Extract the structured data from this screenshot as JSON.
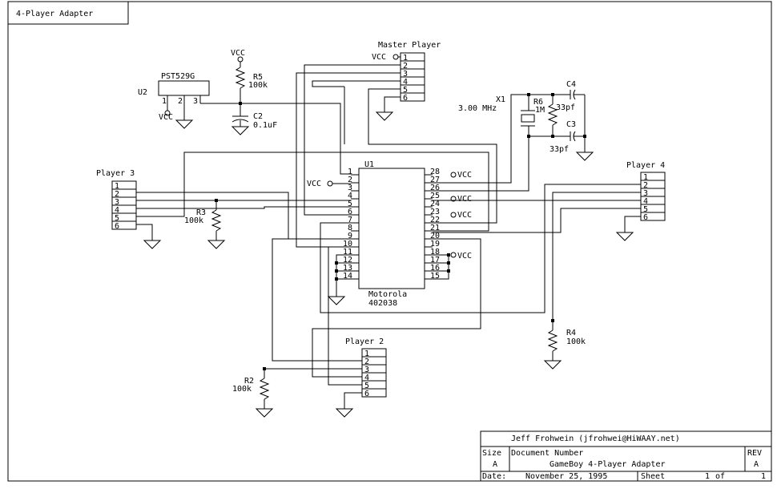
{
  "sheet_title": "4-Player Adapter",
  "title_block": {
    "author": "Jeff Frohwein (jfrohwei@HiWAAY.net)",
    "size_label": "Size",
    "size_value": "A",
    "docnum_label": "Document Number",
    "docnum_value": "GameBoy 4-Player Adapter",
    "rev_label": "REV",
    "rev_value": "A",
    "date_label": "Date:",
    "date_value": "November 25, 1995",
    "sheet_label": "Sheet",
    "sheet_num": "1",
    "sheet_of": "of",
    "sheet_total": "1"
  },
  "components": {
    "u1": {
      "ref": "U1",
      "name": "Motorola",
      "part": "402038",
      "left_pins": [
        "1",
        "2",
        "3",
        "4",
        "5",
        "6",
        "7",
        "8",
        "9",
        "10",
        "11",
        "12",
        "13",
        "14"
      ],
      "right_pins": [
        "28",
        "27",
        "26",
        "25",
        "24",
        "23",
        "22",
        "21",
        "20",
        "19",
        "18",
        "17",
        "16",
        "15"
      ]
    },
    "u2": {
      "ref": "U2",
      "part": "PST529G",
      "pins": [
        "1",
        "2",
        "3"
      ]
    },
    "r2": {
      "ref": "R2",
      "value": "100k"
    },
    "r3": {
      "ref": "R3",
      "value": "100k"
    },
    "r4": {
      "ref": "R4",
      "value": "100k"
    },
    "r5": {
      "ref": "R5",
      "value": "100k"
    },
    "r6": {
      "ref": "R6",
      "value": "1M"
    },
    "c2": {
      "ref": "C2",
      "value": "0.1uF"
    },
    "c3": {
      "ref": "C3",
      "value": "33pf"
    },
    "c4": {
      "ref": "C4",
      "value": "33pf"
    },
    "x1": {
      "ref": "X1",
      "value": "3.00 MHz"
    }
  },
  "connectors": {
    "master": {
      "label": "Master Player",
      "pins": [
        "1",
        "2",
        "3",
        "4",
        "5",
        "6"
      ]
    },
    "p2": {
      "label": "Player 2",
      "pins": [
        "1",
        "2",
        "3",
        "4",
        "5",
        "6"
      ]
    },
    "p3": {
      "label": "Player 3",
      "pins": [
        "1",
        "2",
        "3",
        "4",
        "5",
        "6"
      ]
    },
    "p4": {
      "label": "Player 4",
      "pins": [
        "1",
        "2",
        "3",
        "4",
        "5",
        "6"
      ]
    }
  },
  "power_label": "VCC"
}
